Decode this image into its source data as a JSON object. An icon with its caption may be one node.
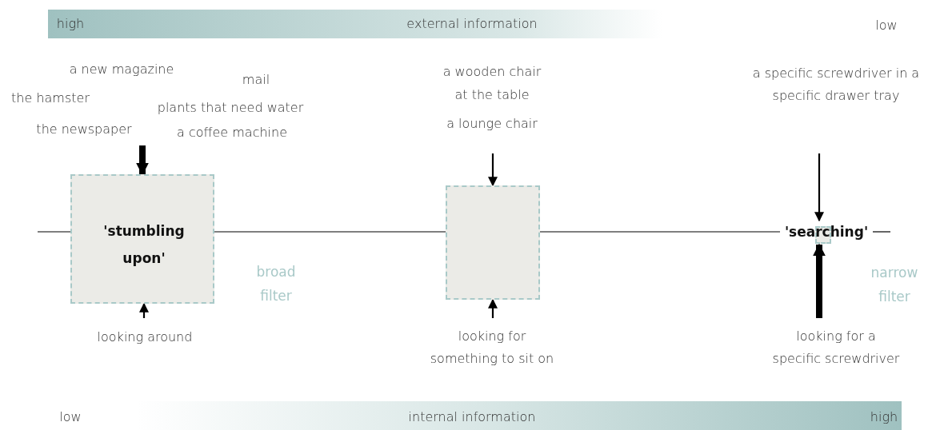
{
  "diagram": {
    "nodes": [
      {
        "text": [
          "'stumbling upon'"
        ],
        "beside": [
          "broad filter"
        ]
      },
      {
        "text": [],
        "shape": "box"
      },
      {
        "text": [
          "'searching'"
        ],
        "beside": [
          "narrow filter"
        ]
      },
      {
        "text": [
          "a new magazine",
          "mail",
          "the hamster",
          "plants that need water",
          "the newspaper",
          "a coffee machine"
        ]
      },
      {
        "text": [
          "a wooden chair",
          "at the table",
          "a lounge chair"
        ]
      },
      {
        "text": [
          "a specific screwdriver in a specific drawer tray"
        ]
      },
      {
        "text": [
          "looking around"
        ]
      },
      {
        "text": [
          "looking for something to sit on"
        ]
      },
      {
        "text": [
          "looking for a specific screwdriver"
        ]
      }
    ],
    "edges": [
      {
        "from": 3,
        "to": 0,
        "arrow": "to",
        "style": "thick"
      },
      {
        "from": 6,
        "to": 0,
        "arrow": "to"
      },
      {
        "from": 4,
        "to": 1,
        "arrow": "to"
      },
      {
        "from": 7,
        "to": 1,
        "arrow": "to"
      },
      {
        "from": 5,
        "to": 2,
        "arrow": "to"
      },
      {
        "from": 8,
        "to": 2,
        "arrow": "to",
        "style": "thick"
      },
      {
        "from": null,
        "to": 0,
        "arrow": "none"
      },
      {
        "from": 0,
        "to": 1,
        "arrow": "none"
      },
      {
        "from": 1,
        "to": 2,
        "arrow": "none"
      },
      {
        "from": 2,
        "to": null,
        "arrow": "none"
      }
    ],
    "labels": [
      "high",
      "external information",
      "low",
      "low",
      "internal information",
      "high"
    ]
  }
}
